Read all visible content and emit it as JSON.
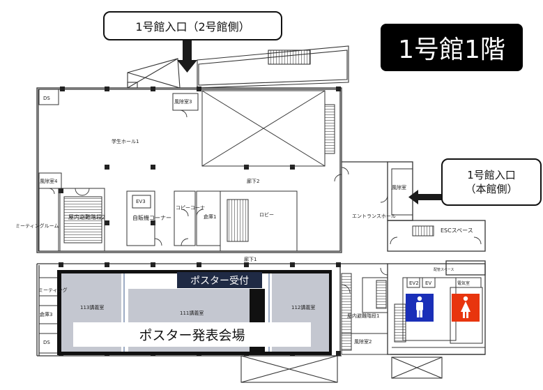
{
  "floor_title": "1号館1階",
  "entrance_2go": "1号館入口（2号館側）",
  "entrance_main_line1": "1号館入口",
  "entrance_main_line2": "（本館側）",
  "poster_reception": "ポスター受付",
  "poster_venue": "ポスター発表会場",
  "rooms": {
    "ds_top": "DS",
    "ds_bottom": "DS",
    "student_hall": "学生ホール1",
    "windbreak3": "風除室3",
    "windbreak4": "風除室4",
    "windbreak_main": "風除室",
    "windbreak2": "風除室2",
    "corridor2": "廊下2",
    "corridor1": "廊下1",
    "ev3": "EV3",
    "vending": "自販機コーナー",
    "copy": "コピーコーナ",
    "storage1": "倉庫1",
    "storage3": "倉庫3",
    "lobby": "ロビー",
    "entrance_hall": "エントランスホール",
    "meeting_room": "ミーティングルーム",
    "meeting_short": "ミーティング",
    "stairs2": "屋内避難階段2",
    "stairs1": "屋内避難階段1",
    "esc": "ESCスペース",
    "room113": "113講義室",
    "room111": "111講義室",
    "room112": "112講義室",
    "ev2": "EV2",
    "ev1": "EV",
    "elec": "電気室",
    "pipe": "配管スペース"
  },
  "colors": {
    "venue_fill": "#c4c7d0",
    "venue_border": "#111111",
    "reception_bg": "#1f2a44",
    "male_sign": "#1a2fb8",
    "female_sign": "#e8350e",
    "title_bg": "#000000"
  },
  "icons": [
    "male-restroom-icon",
    "female-restroom-icon",
    "arrow-down-icon",
    "arrow-left-icon"
  ]
}
